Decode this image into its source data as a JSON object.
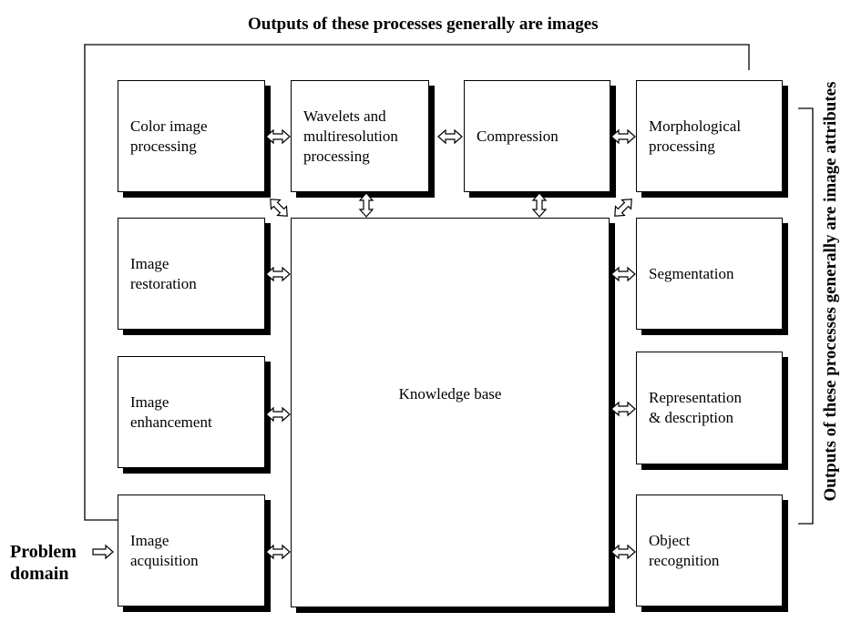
{
  "labels": {
    "top_title": "Outputs of these processes generally are images",
    "side_title": "Outputs of these processes generally are image attributes",
    "problem_domain": "Problem\ndomain",
    "knowledge_base": "Knowledge base"
  },
  "boxes": {
    "color": "Color image\nprocessing",
    "wavelets": "Wavelets and\nmultiresolution\nprocessing",
    "compression": "Compression",
    "morphological": "Morphological\nprocessing",
    "restoration": "Image\nrestoration",
    "segmentation": "Segmentation",
    "enhancement": "Image\nenhancement",
    "representation": "Representation\n& description",
    "acquisition": "Image\nacquisition",
    "recognition": "Object\nrecognition"
  }
}
